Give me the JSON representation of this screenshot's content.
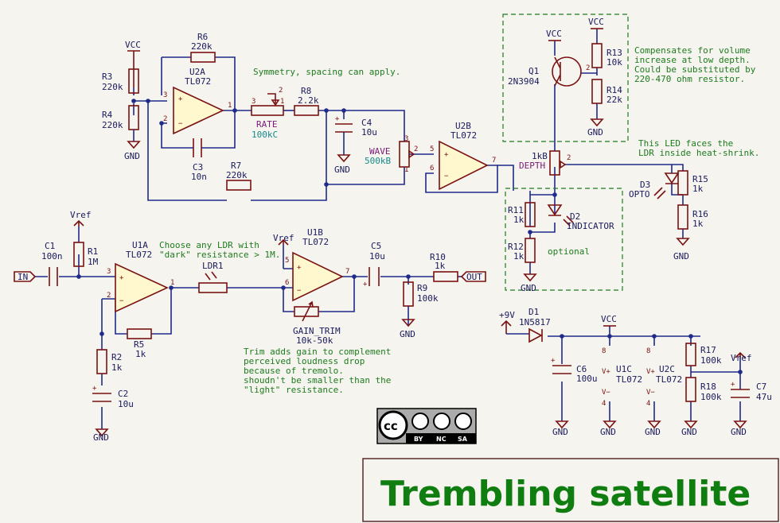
{
  "title": "Trembling satellite",
  "colors": {
    "wire": "#1f2a8a",
    "component": "#7a1212",
    "note": "#1e7b1e",
    "title": "#0f7d0f"
  },
  "components": {
    "R1": {
      "ref": "R1",
      "value": "1M"
    },
    "R2": {
      "ref": "R2",
      "value": "1k"
    },
    "R3": {
      "ref": "R3",
      "value": "220k"
    },
    "R4": {
      "ref": "R4",
      "value": "220k"
    },
    "R5": {
      "ref": "R5",
      "value": "1k"
    },
    "R6": {
      "ref": "R6",
      "value": "220k"
    },
    "R7": {
      "ref": "R7",
      "value": "220k"
    },
    "R8": {
      "ref": "R8",
      "value": "2.2k"
    },
    "R9": {
      "ref": "R9",
      "value": "100k"
    },
    "R10": {
      "ref": "R10",
      "value": "1k"
    },
    "R11": {
      "ref": "R11",
      "value": "1k"
    },
    "R12": {
      "ref": "R12",
      "value": "1k"
    },
    "R13": {
      "ref": "R13",
      "value": "10k"
    },
    "R14": {
      "ref": "R14",
      "value": "22k"
    },
    "R15": {
      "ref": "R15",
      "value": "1k"
    },
    "R16": {
      "ref": "R16",
      "value": "1k"
    },
    "R17": {
      "ref": "R17",
      "value": "100k"
    },
    "R18": {
      "ref": "R18",
      "value": "100k"
    },
    "C1": {
      "ref": "C1",
      "value": "100n"
    },
    "C2": {
      "ref": "C2",
      "value": "10u"
    },
    "C3": {
      "ref": "C3",
      "value": "10n"
    },
    "C4": {
      "ref": "C4",
      "value": "10u"
    },
    "C5": {
      "ref": "C5",
      "value": "10u"
    },
    "C6": {
      "ref": "C6",
      "value": "100u"
    },
    "C7": {
      "ref": "C7",
      "value": "47u"
    },
    "U1A": {
      "ref": "U1A",
      "value": "TL072"
    },
    "U1B": {
      "ref": "U1B",
      "value": "TL072"
    },
    "U1C": {
      "ref": "U1C",
      "value": "TL072"
    },
    "U2A": {
      "ref": "U2A",
      "value": "TL072"
    },
    "U2B": {
      "ref": "U2B",
      "value": "TL072"
    },
    "U2C": {
      "ref": "U2C",
      "value": "TL072"
    },
    "Q1": {
      "ref": "Q1",
      "value": "2N3904"
    },
    "D1": {
      "ref": "D1",
      "value": "1N5817"
    },
    "D2": {
      "ref": "D2",
      "value": "INDICATOR"
    },
    "D3": {
      "ref": "D3",
      "value": "OPTO"
    },
    "LDR1": {
      "ref": "LDR1"
    },
    "RATE": {
      "ref": "RATE",
      "value": "100kC"
    },
    "WAVE": {
      "ref": "WAVE",
      "value": "500kB"
    },
    "DEPTH": {
      "ref": "DEPTH",
      "value": "1kB"
    },
    "GAIN_TRIM": {
      "ref": "GAIN_TRIM",
      "value": "10k-50k"
    }
  },
  "power": {
    "vcc": "VCC",
    "vref": "Vref",
    "gnd": "GND",
    "v9": "+9V"
  },
  "ports": {
    "in": "IN",
    "out": "OUT"
  },
  "notes": {
    "symmetry": "Symmetry, spacing can apply.",
    "compensates": [
      "Compensates for volume",
      "increase at low depth.",
      "Could be substituted by",
      "220-470 ohm resistor."
    ],
    "led_faces": [
      "This LED faces the",
      "LDR inside heat-shrink."
    ],
    "ldr": [
      "Choose any LDR with",
      "\"dark\" resistance > 1M."
    ],
    "trim": [
      "Trim adds gain to complement",
      "perceived loudness drop",
      "because of tremolo.",
      "shoudn't be smaller than the",
      "\"light\" resistance."
    ],
    "optional": "optional"
  },
  "license": {
    "cc": "cc",
    "items": [
      "BY",
      "NC",
      "SA"
    ]
  }
}
